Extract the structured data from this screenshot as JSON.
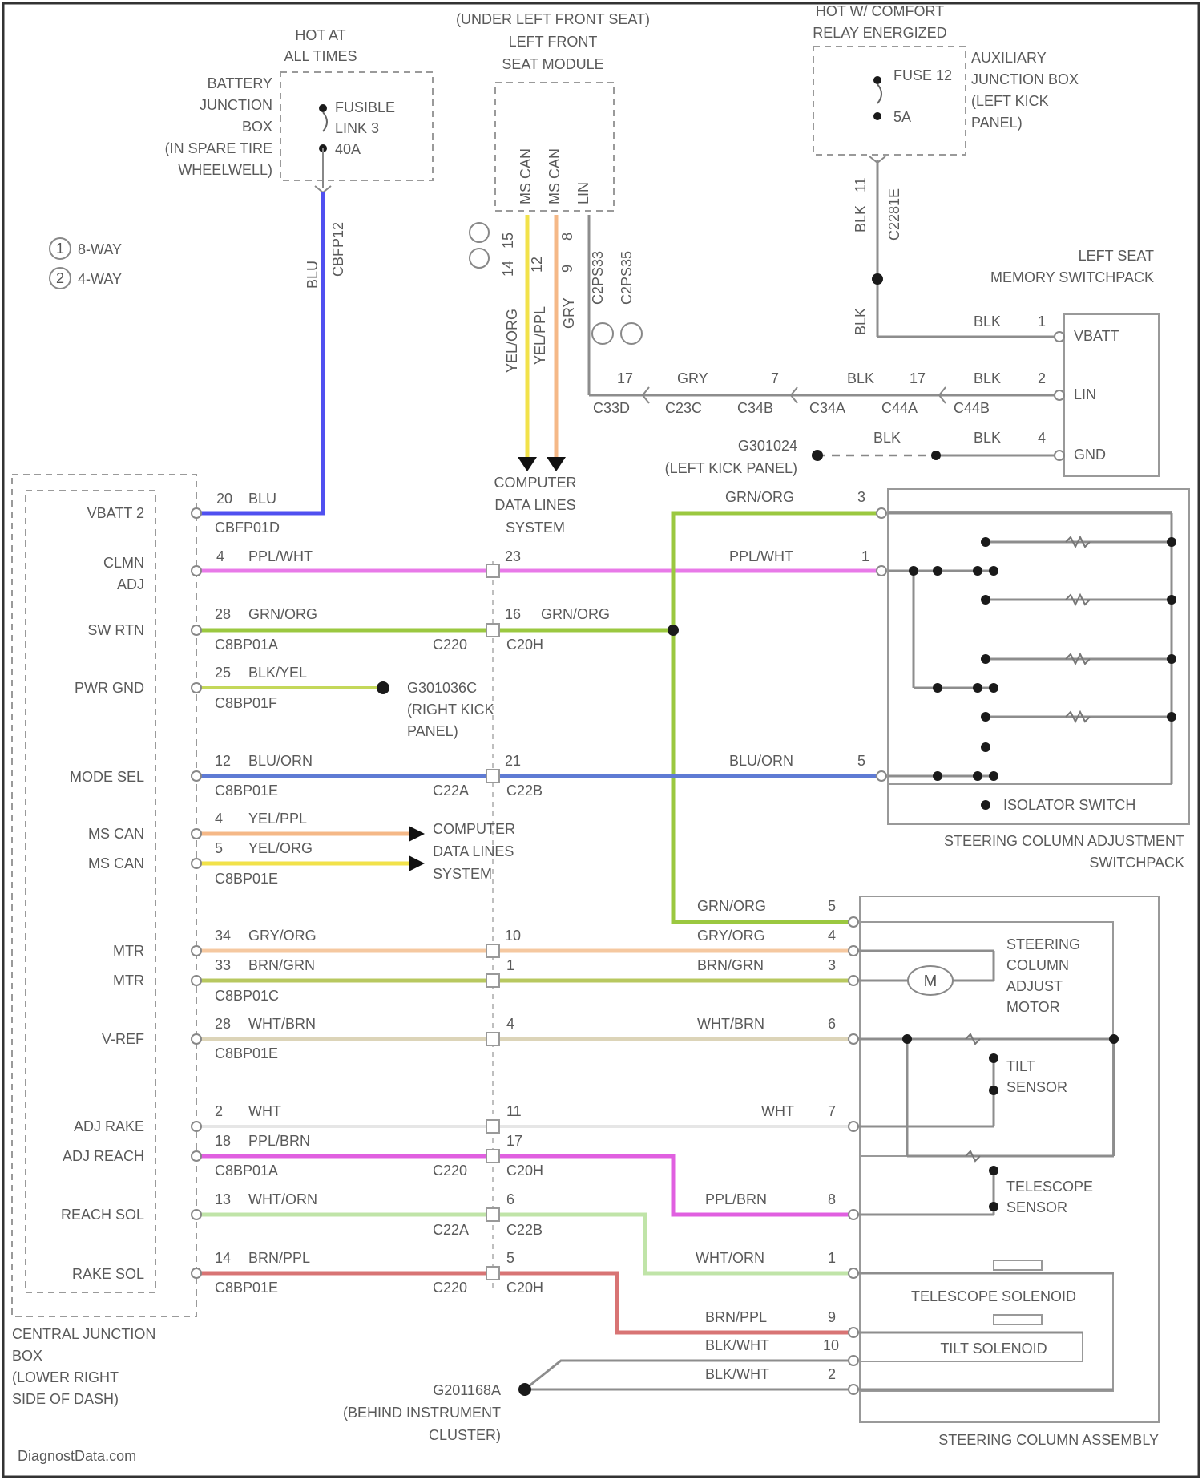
{
  "header": {
    "hot_at_all_times": [
      "HOT AT",
      "ALL TIMES"
    ],
    "under_left_front_seat": "(UNDER LEFT FRONT SEAT)",
    "left_front_seat_module": [
      "LEFT FRONT",
      "SEAT MODULE"
    ],
    "hot_comfort": [
      "HOT W/ COMFORT",
      "RELAY ENERGIZED"
    ]
  },
  "battery_box": {
    "name": [
      "BATTERY",
      "JUNCTION",
      "BOX",
      "(IN SPARE TIRE",
      "WHEELWELL)"
    ],
    "fuse": [
      "FUSIBLE",
      "LINK 3",
      "40A"
    ],
    "wire_color": "BLU",
    "connector": "CBFP12"
  },
  "legend": {
    "item1": "8-WAY",
    "item2": "4-WAY"
  },
  "seat_module_pins": {
    "pins": [
      "MS CAN",
      "MS CAN",
      "LIN"
    ],
    "pin_numbers": [
      "15",
      "14",
      "12",
      "8",
      "9"
    ],
    "wire_colors": [
      "YEL/ORG",
      "YEL/PPL",
      "GRY"
    ],
    "connectors": [
      "C2PS33",
      "C2PS35"
    ]
  },
  "aux_box": {
    "name": [
      "AUXILIARY",
      "JUNCTION BOX",
      "(LEFT KICK",
      "PANEL)"
    ],
    "fuse": [
      "FUSE 12",
      "5A"
    ],
    "pin": "11",
    "wire_color": "BLK",
    "connector": "C2281E"
  },
  "memory_switchpack": {
    "title": [
      "LEFT SEAT",
      "MEMORY SWITCHPACK"
    ],
    "pins": [
      "VBATT",
      "LIN",
      "GND"
    ],
    "wires": [
      {
        "color": "BLK",
        "num": "1"
      },
      {
        "color": "BLK",
        "num": "2"
      },
      {
        "color": "BLK",
        "num": "4"
      }
    ],
    "chain": [
      "17",
      "GRY",
      "7",
      "BLK",
      "17",
      "C33D",
      "C23C",
      "C34B",
      "C34A",
      "C44A",
      "C44B"
    ],
    "ground": [
      "G301024",
      "(LEFT KICK PANEL)"
    ]
  },
  "data_lines": [
    "COMPUTER",
    "DATA LINES",
    "SYSTEM"
  ],
  "cjb": {
    "name": [
      "CENTRAL JUNCTION",
      "BOX",
      "(LOWER RIGHT",
      "SIDE OF DASH)"
    ],
    "pins": [
      "VBATT 2",
      "CLMN",
      "ADJ",
      "SW RTN",
      "PWR GND",
      "MODE SEL",
      "MS CAN",
      "MS CAN",
      "MTR",
      "MTR",
      "V-REF",
      "ADJ RAKE",
      "ADJ REACH",
      "REACH SOL",
      "RAKE SOL"
    ]
  },
  "wires": {
    "vbatt": {
      "num": "20",
      "color": "BLU",
      "conn": "CBFP01D"
    },
    "clmn": {
      "num": "4",
      "color": "PPL/WHT",
      "mid": "23",
      "right_color": "PPL/WHT",
      "right_num": "1"
    },
    "swrtn": {
      "num": "28",
      "color": "GRN/ORG",
      "conn": "C8BP01A",
      "mid": "16",
      "mid_color": "GRN/ORG",
      "c1": "C220",
      "c2": "C20H",
      "top_color": "GRN/ORG",
      "top_num": "3"
    },
    "pwrgnd": {
      "num": "25",
      "color": "BLK/YEL",
      "conn": "C8BP01F",
      "ground": [
        "G301036C",
        "(RIGHT KICK",
        "PANEL)"
      ]
    },
    "modesel": {
      "num": "12",
      "color": "BLU/ORN",
      "conn": "C8BP01E",
      "mid": "21",
      "c1": "C22A",
      "c2": "C22B",
      "right_color": "BLU/ORN",
      "right_num": "5"
    },
    "mscan": {
      "num1": "4",
      "color1": "YEL/PPL",
      "num2": "5",
      "color2": "YEL/ORG",
      "conn": "C8BP01E"
    },
    "mtr1": {
      "num": "34",
      "color": "GRY/ORG",
      "mid": "10",
      "right_color": "GRY/ORG",
      "right_num": "4"
    },
    "mtr2": {
      "num": "33",
      "color": "BRN/GRN",
      "conn": "C8BP01C",
      "mid": "1",
      "right_color": "BRN/GRN",
      "right_num": "3"
    },
    "vref": {
      "num": "28",
      "color": "WHT/BRN",
      "conn": "C8BP01E",
      "mid": "4",
      "right_color": "WHT/BRN",
      "right_num": "6"
    },
    "rake": {
      "num": "2",
      "color": "WHT",
      "mid": "11",
      "right_color": "WHT",
      "right_num": "7"
    },
    "reach": {
      "num": "18",
      "color": "PPL/BRN",
      "conn": "C8BP01A",
      "mid": "17",
      "c1": "C220",
      "c2": "C20H",
      "right_color": "PPL/BRN",
      "right_num": "8"
    },
    "reachsol": {
      "num": "13",
      "color": "WHT/ORN",
      "mid": "6",
      "c1": "C22A",
      "c2": "C22B",
      "right_color": "WHT/ORN",
      "right_num": "1"
    },
    "rakesol": {
      "num": "14",
      "color": "BRN/PPL",
      "conn": "C8BP01E",
      "mid": "5",
      "c1": "C220",
      "c2": "C20H",
      "right_color": "BRN/PPL",
      "right_num": "9"
    },
    "gnd1": {
      "color": "BLK/WHT",
      "num": "10"
    },
    "gnd2": {
      "color": "BLK/WHT",
      "num": "2"
    },
    "grn_top": {
      "color": "GRN/ORG",
      "num": "5"
    }
  },
  "switchpack": {
    "title": [
      "STEERING COLUMN ADJUSTMENT",
      "SWITCHPACK"
    ],
    "isolator": "ISOLATOR SWITCH"
  },
  "assembly": {
    "title": "STEERING COLUMN ASSEMBLY",
    "motor": [
      "STEERING",
      "COLUMN",
      "ADJUST",
      "MOTOR"
    ],
    "motor_symbol": "M",
    "tilt_sensor": [
      "TILT",
      "SENSOR"
    ],
    "tele_sensor": [
      "TELESCOPE",
      "SENSOR"
    ],
    "tele_solenoid": "TELESCOPE SOLENOID",
    "tilt_solenoid": "TILT SOLENOID",
    "ground": [
      "G201168A",
      "(BEHIND INSTRUMENT",
      "CLUSTER)"
    ]
  },
  "footer": {
    "watermark": "DiagnostData.com"
  },
  "colors": {
    "blue": "#5050f0",
    "pink": "#e87ae8",
    "green": "#9bc840",
    "yellow": "#f2e24a",
    "orange": "#f5b887",
    "slate": "#5f7bd4",
    "tan": "#d8d0b4",
    "red": "#d87474",
    "lightgreen": "#b8e0a0",
    "brown": "#b8a070"
  }
}
